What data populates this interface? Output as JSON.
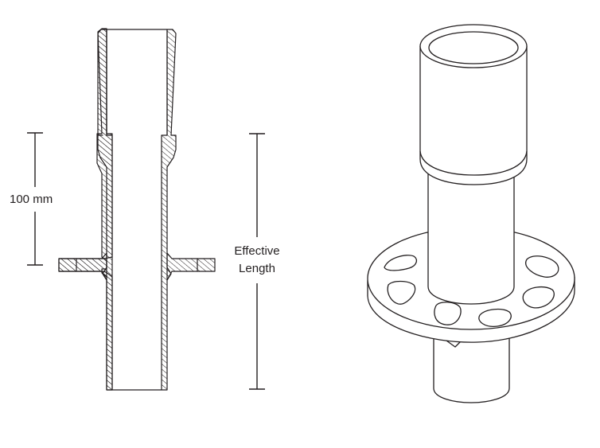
{
  "diagram": {
    "dimension_label": "100 mm",
    "effective_length_label": [
      "Effective",
      "Length"
    ],
    "colors": {
      "stroke": "#231f20",
      "fill": "#ffffff",
      "hatch": "#231f20"
    },
    "views": [
      "cross-section-view",
      "isometric-view"
    ]
  }
}
